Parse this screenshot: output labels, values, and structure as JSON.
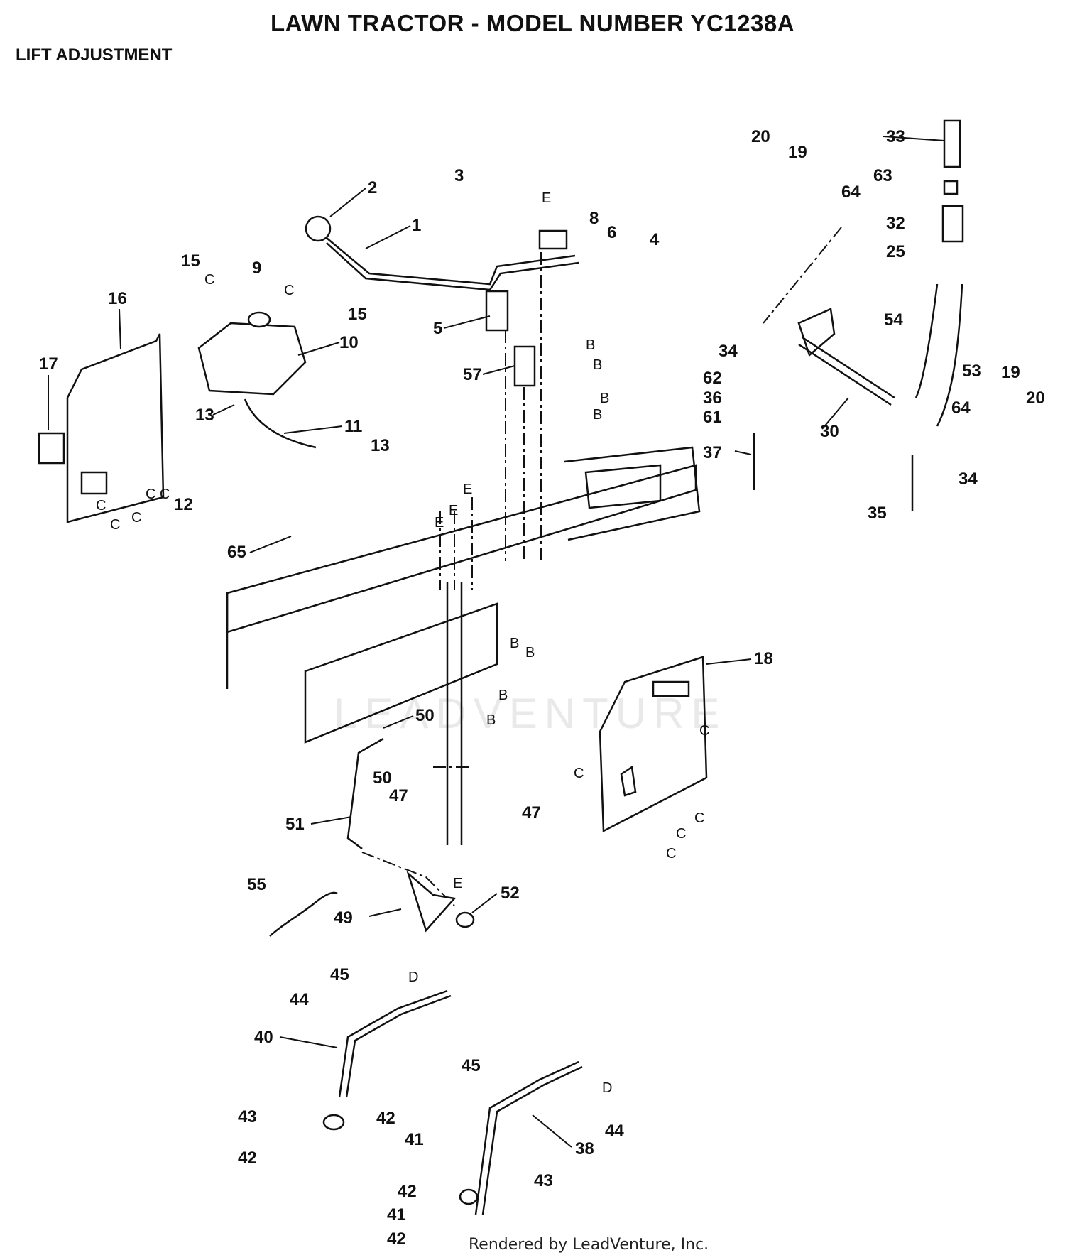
{
  "header": {
    "title": "LAWN TRACTOR - MODEL NUMBER YC1238A",
    "subtitle": "LIFT ADJUSTMENT"
  },
  "footer": {
    "credit": "Rendered by LeadVenture, Inc."
  },
  "watermark": {
    "text": "LEADVENTURE"
  },
  "callouts": [
    "1",
    "2",
    "3",
    "4",
    "5",
    "6",
    "8",
    "9",
    "10",
    "11",
    "12",
    "13",
    "15",
    "16",
    "17",
    "18",
    "19",
    "20",
    "25",
    "30",
    "32",
    "33",
    "34",
    "35",
    "36",
    "37",
    "38",
    "40",
    "41",
    "42",
    "43",
    "44",
    "45",
    "47",
    "49",
    "50",
    "51",
    "52",
    "53",
    "54",
    "55",
    "57",
    "61",
    "62",
    "63",
    "64",
    "65"
  ],
  "reference_letters": [
    "B",
    "C",
    "D",
    "E"
  ],
  "colors": {
    "ink": "#111111",
    "paper": "#ffffff",
    "watermark": "#e9e9e9"
  }
}
